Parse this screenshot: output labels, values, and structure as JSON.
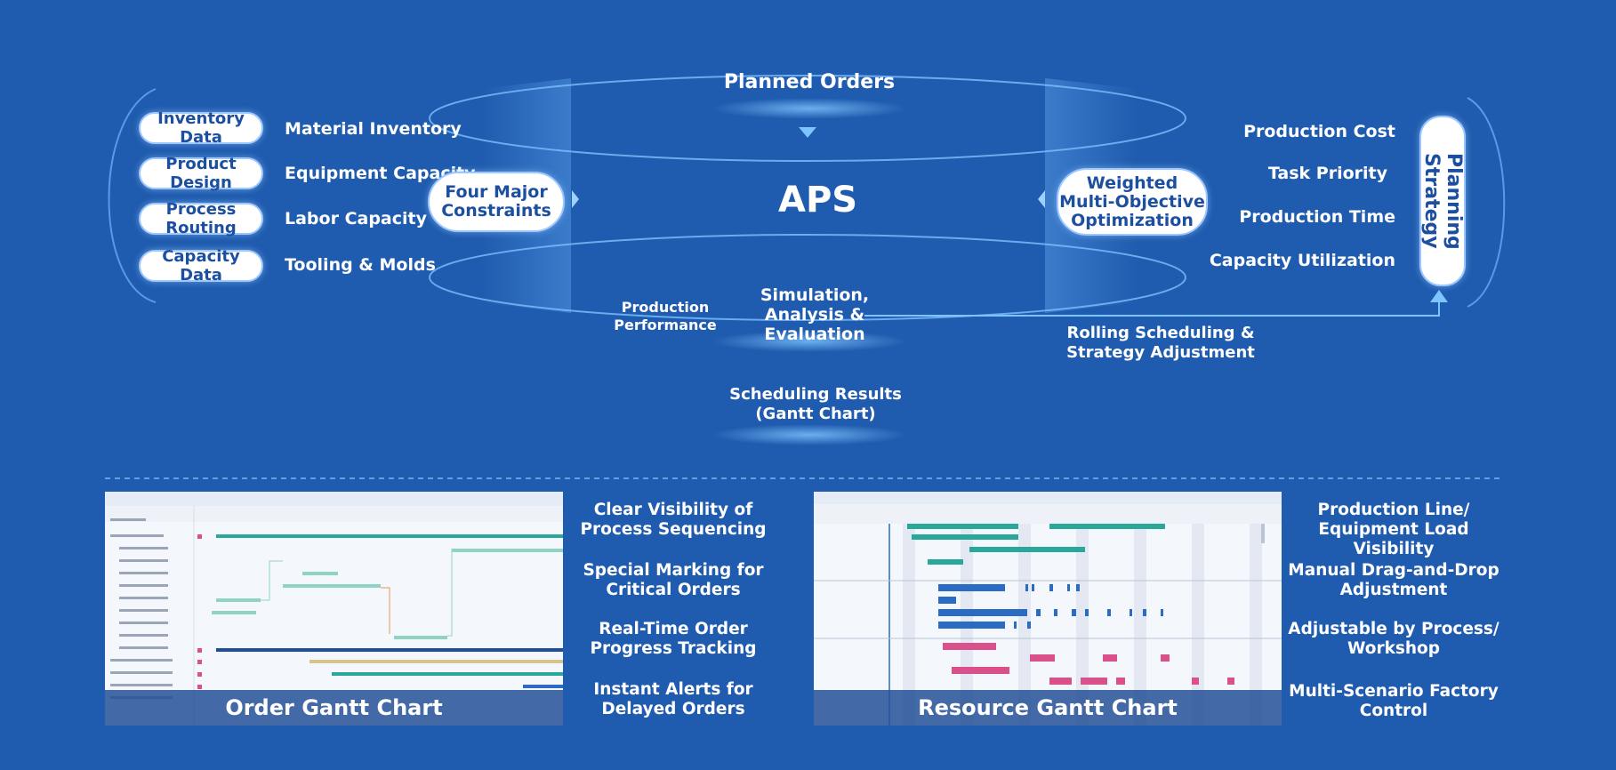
{
  "aps_title": "APS",
  "planned_orders": "Planned Orders",
  "data_inputs": [
    {
      "pill": "Inventory Data",
      "item": "Material Inventory"
    },
    {
      "pill": "Product Design",
      "item": "Equipment Capacity"
    },
    {
      "pill": "Process Routing",
      "item": "Labor Capacity"
    },
    {
      "pill": "Capacity Data",
      "item": "Tooling & Molds"
    }
  ],
  "constraints": {
    "line1": "Four Major",
    "line2": "Constraints"
  },
  "optimization": {
    "line1": "Weighted",
    "line2": "Multi-Objective",
    "line3": "Optimization"
  },
  "strategy_items": [
    "Production Cost",
    "Task Priority",
    "Production Time",
    "Capacity Utilization"
  ],
  "planning_strategy": {
    "line1": "Planning",
    "line2": "Strategy"
  },
  "production_performance": {
    "line1": "Production",
    "line2": "Performance"
  },
  "simulation": {
    "line1": "Simulation,",
    "line2": "Analysis &",
    "line3": "Evaluation"
  },
  "rolling": {
    "line1": "Rolling Scheduling &",
    "line2": "Strategy Adjustment"
  },
  "scheduling_results": {
    "line1": "Scheduling Results",
    "line2": "(Gantt Chart)"
  },
  "order_gantt": {
    "caption": "Order Gantt Chart",
    "features": [
      {
        "line1": "Clear Visibility of",
        "line2": "Process Sequencing"
      },
      {
        "line1": "Special Marking for",
        "line2": "Critical Orders"
      },
      {
        "line1": "Real-Time Order",
        "line2": "Progress Tracking"
      },
      {
        "line1": "Instant Alerts for",
        "line2": "Delayed Orders"
      }
    ]
  },
  "resource_gantt": {
    "caption": "Resource Gantt Chart",
    "features": [
      {
        "line1": "Production Line/",
        "line2": "Equipment Load Visibility"
      },
      {
        "line1": "Manual Drag-and-Drop",
        "line2": "Adjustment"
      },
      {
        "line1": "Adjustable by Process/",
        "line2": "Workshop"
      },
      {
        "line1": "Multi-Scenario Factory",
        "line2": "Control"
      }
    ]
  },
  "colors": {
    "background": "#1f5bae",
    "pill_text": "#1c4f9f",
    "order_bar": "#2aa79b",
    "resource_bar": "#2a6cc4",
    "alert_bar": "#d9508a"
  }
}
